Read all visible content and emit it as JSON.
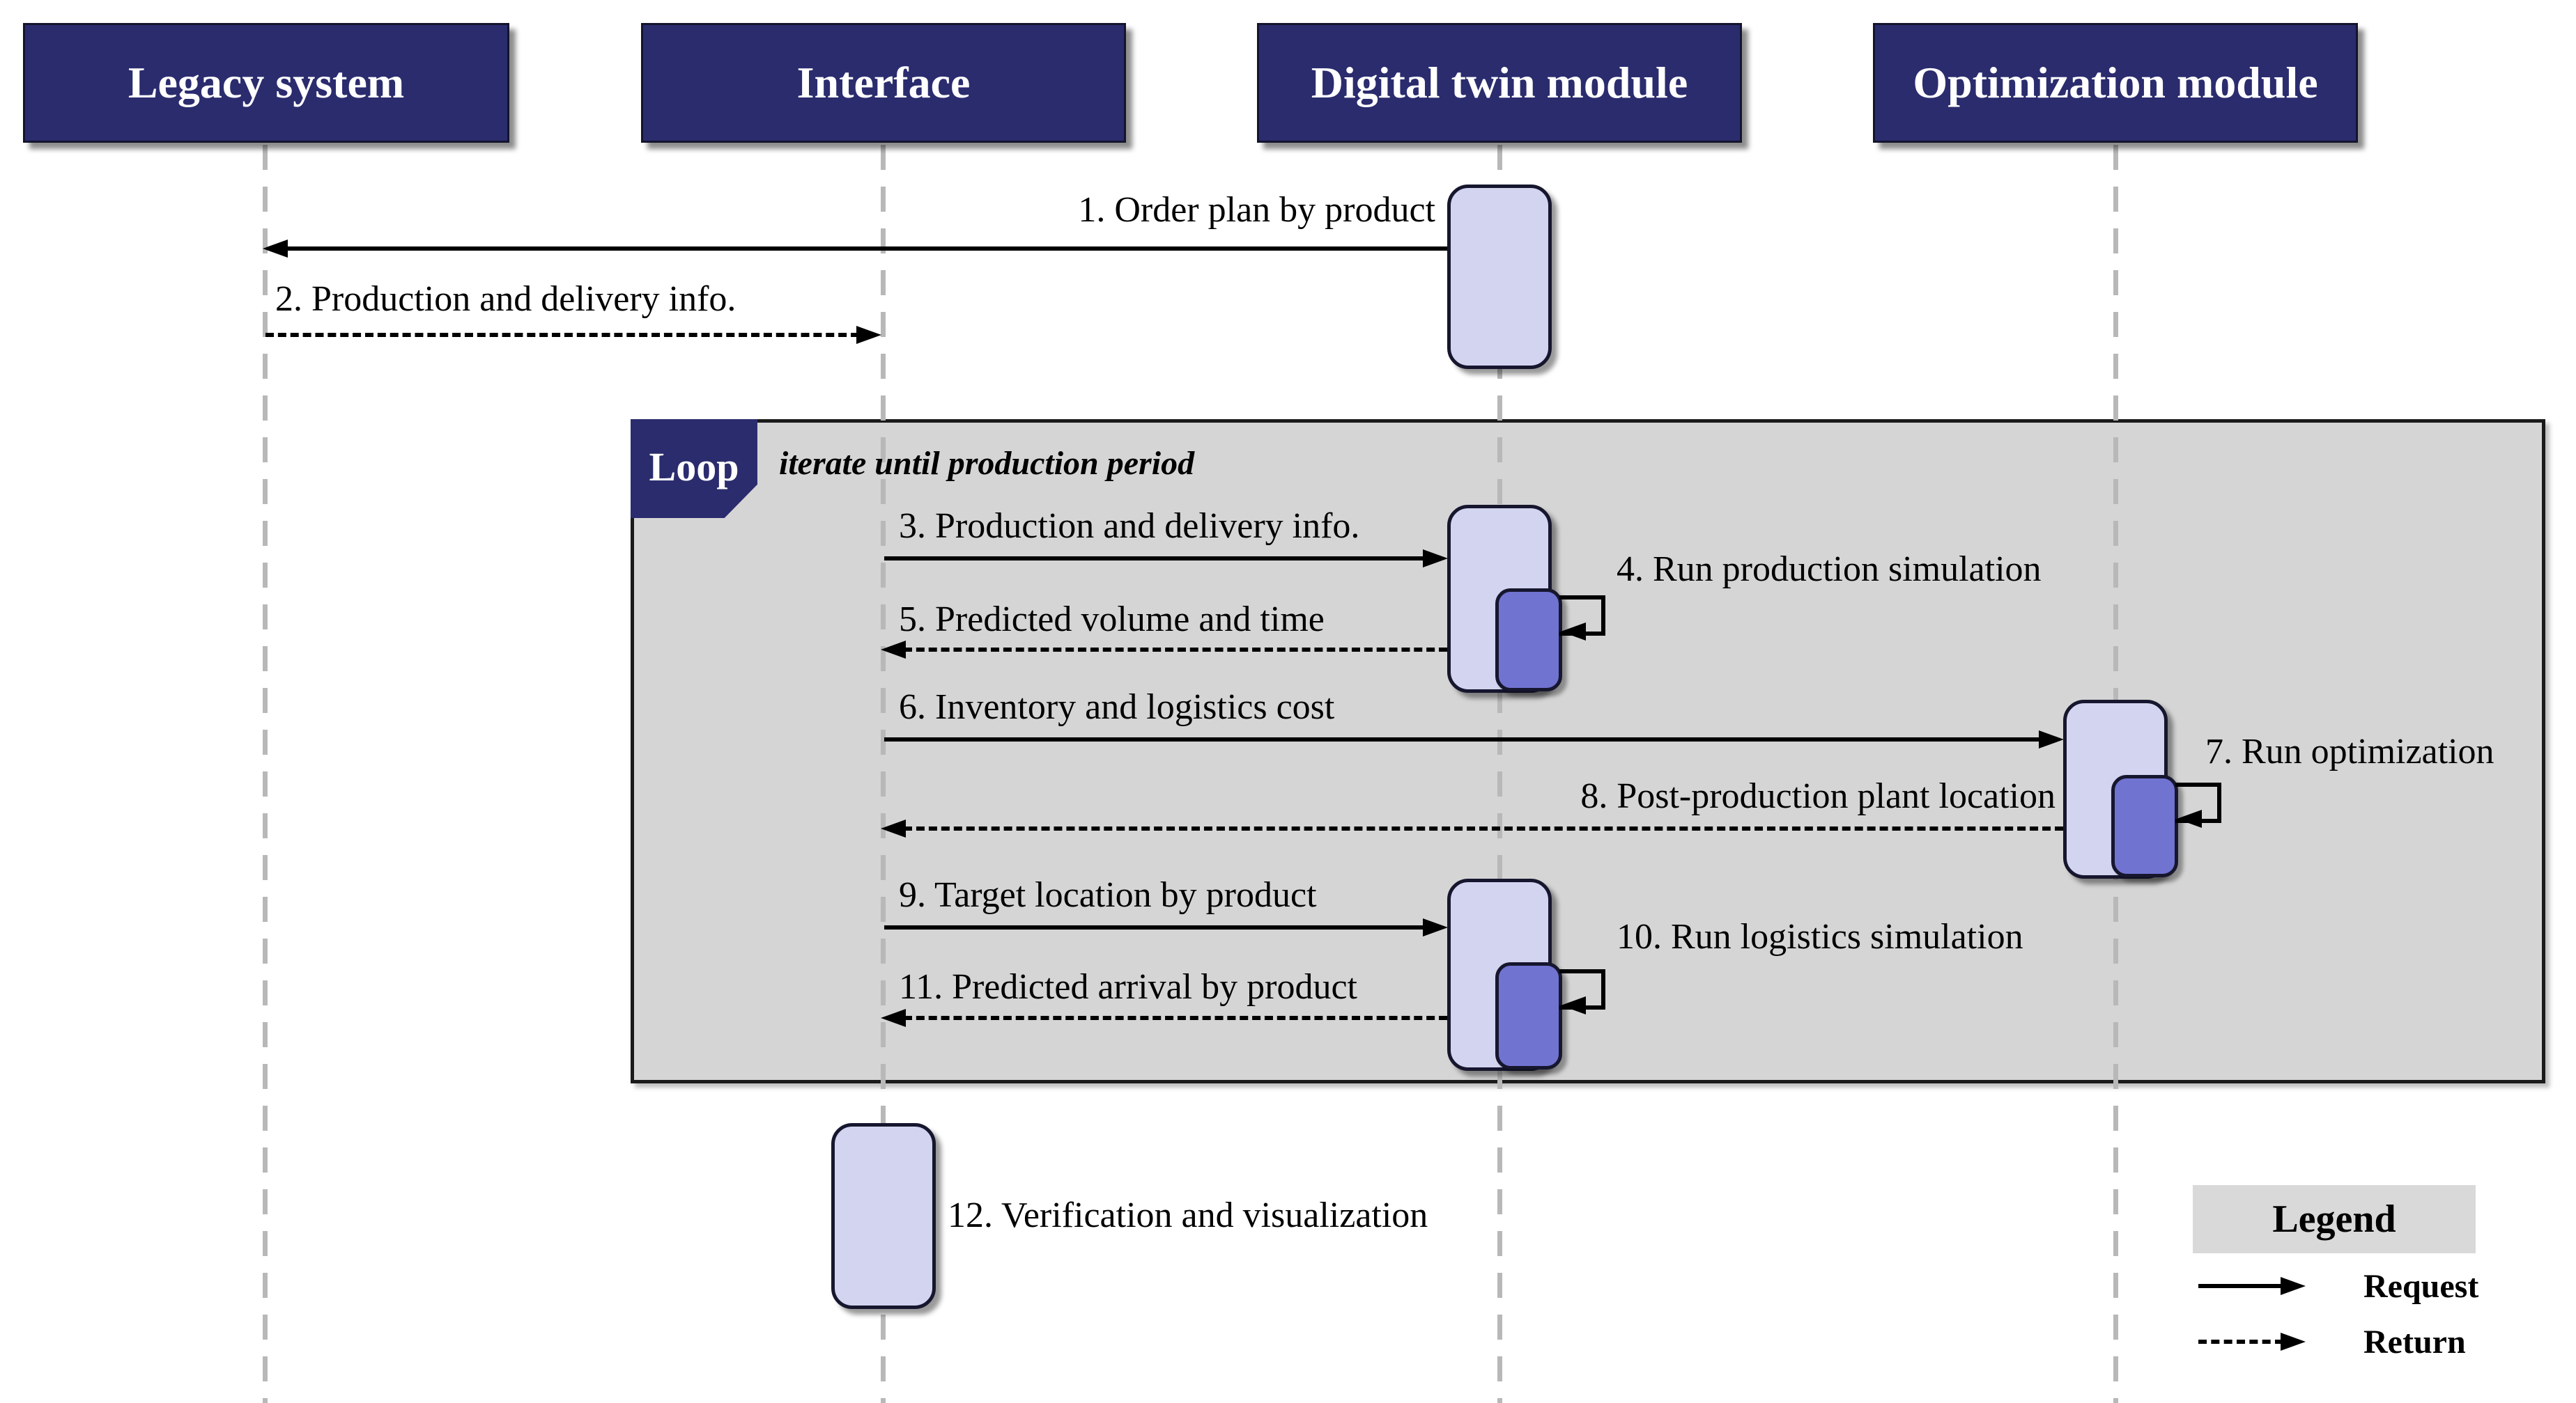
{
  "diagram_type": "uml-sequence-diagram",
  "actors": [
    {
      "id": "legacy",
      "label": "Legacy system"
    },
    {
      "id": "interface",
      "label": "Interface"
    },
    {
      "id": "digital_twin",
      "label": "Digital twin module"
    },
    {
      "id": "optimization",
      "label": "Optimization module"
    }
  ],
  "loop": {
    "tag": "Loop",
    "constraint": "iterate until production period"
  },
  "messages": [
    {
      "n": 1,
      "label": "1. Order plan by product",
      "kind": "request",
      "from": "digital_twin",
      "to": "legacy"
    },
    {
      "n": 2,
      "label": "2. Production and delivery info.",
      "kind": "return",
      "from": "legacy",
      "to": "interface"
    },
    {
      "n": 3,
      "label": "3. Production and delivery info.",
      "kind": "request",
      "from": "interface",
      "to": "digital_twin"
    },
    {
      "n": 4,
      "label": "4. Run production simulation",
      "kind": "self",
      "from": "digital_twin",
      "to": "digital_twin"
    },
    {
      "n": 5,
      "label": "5. Predicted volume and time",
      "kind": "return",
      "from": "digital_twin",
      "to": "interface"
    },
    {
      "n": 6,
      "label": "6. Inventory and logistics cost",
      "kind": "request",
      "from": "interface",
      "to": "optimization"
    },
    {
      "n": 7,
      "label": "7. Run optimization",
      "kind": "self",
      "from": "optimization",
      "to": "optimization"
    },
    {
      "n": 8,
      "label": "8. Post-production plant location",
      "kind": "return",
      "from": "optimization",
      "to": "interface"
    },
    {
      "n": 9,
      "label": "9. Target location by product",
      "kind": "request",
      "from": "interface",
      "to": "digital_twin"
    },
    {
      "n": 10,
      "label": "10. Run logistics simulation",
      "kind": "self",
      "from": "digital_twin",
      "to": "digital_twin"
    },
    {
      "n": 11,
      "label": "11. Predicted arrival by product",
      "kind": "return",
      "from": "digital_twin",
      "to": "interface"
    },
    {
      "n": 12,
      "label": "12. Verification and visualization",
      "kind": "activation",
      "from": "interface",
      "to": "interface"
    }
  ],
  "legend": {
    "title": "Legend",
    "request_label": "Request",
    "return_label": "Return"
  },
  "colors": {
    "actor_fill": "#2b2c6e",
    "activation_fill": "#d3d4ef",
    "activation_inner_fill": "#7173d1",
    "loop_fill": "#d5d5d5",
    "legend_fill": "#d9d9d9",
    "lifeline": "#b8b8b8",
    "line": "#000000"
  }
}
